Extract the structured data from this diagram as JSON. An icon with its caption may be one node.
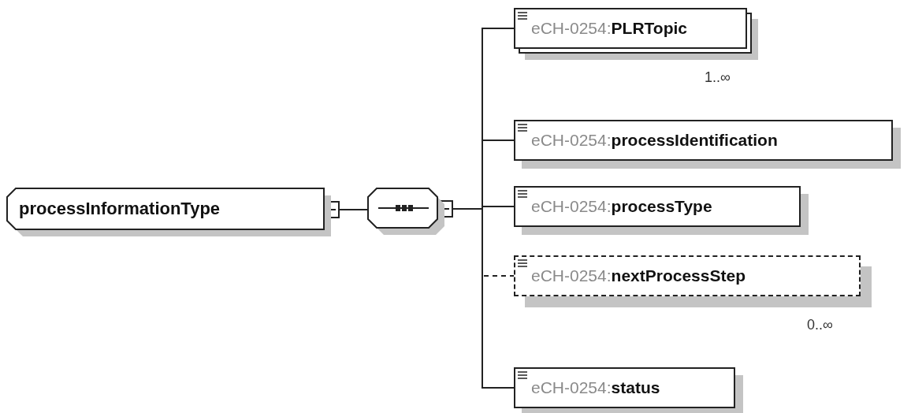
{
  "diagram": {
    "nodes": [
      {
        "text": [
          "processInformationType"
        ]
      },
      {
        "text": [],
        "shape": "octagon"
      },
      {
        "text": [
          "eCH-0254:**PLRTopic**"
        ],
        "beside": [
          "1..∞"
        ]
      },
      {
        "text": [
          "eCH-0254:**processIdentification**"
        ]
      },
      {
        "text": [
          "eCH-0254:**processType**"
        ]
      },
      {
        "text": [
          "eCH-0254:**nextProcessStep**"
        ],
        "beside": [
          "0..∞"
        ]
      },
      {
        "text": [
          "eCH-0254:**status**"
        ]
      }
    ],
    "edges": [
      {
        "from": 0,
        "to": 1,
        "arrow": "other"
      },
      {
        "from": 1,
        "to": 2,
        "arrow": "other"
      },
      {
        "from": 1,
        "to": 3,
        "arrow": "other"
      },
      {
        "from": 1,
        "to": 4,
        "arrow": "other"
      },
      {
        "from": 1,
        "to": 5,
        "arrow": "other",
        "style": "dashed"
      },
      {
        "from": 1,
        "to": 6,
        "arrow": "other"
      }
    ]
  }
}
